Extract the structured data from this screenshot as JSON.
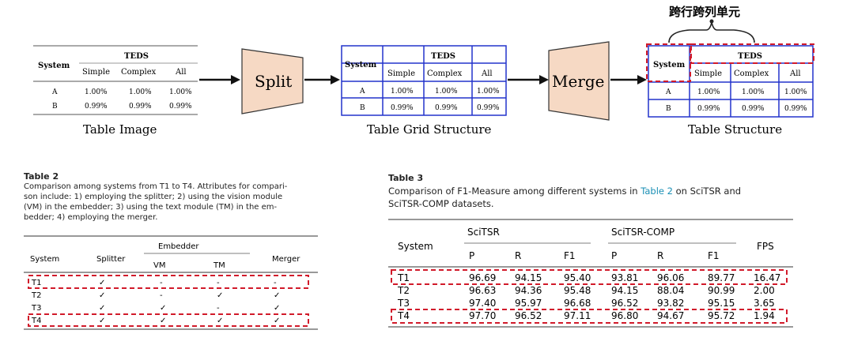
{
  "pipeline": {
    "image_table": {
      "caption": "Table Image",
      "header_system": "System",
      "header_teds": "TEDS",
      "sub_headers": [
        "Simple",
        "Complex",
        "All"
      ],
      "rows": [
        {
          "system": "A",
          "simple": "1.00%",
          "complex": "1.00%",
          "all": "1.00%"
        },
        {
          "system": "B",
          "simple": "0.99%",
          "complex": "0.99%",
          "all": "0.99%"
        }
      ]
    },
    "split_label": "Split",
    "grid_table": {
      "caption": "Table Grid Structure",
      "header_system": "System",
      "header_teds": "TEDS",
      "sub_headers": [
        "Simple",
        "Complex",
        "All"
      ],
      "rows": [
        {
          "system": "A",
          "simple": "1.00%",
          "complex": "1.00%",
          "all": "1.00%"
        },
        {
          "system": "B",
          "simple": "0.99%",
          "complex": "0.99%",
          "all": "0.99%"
        }
      ]
    },
    "merge_label": "Merge",
    "structure_table": {
      "caption": "Table Structure",
      "header_system": "System",
      "header_teds": "TEDS",
      "sub_headers": [
        "Simple",
        "Complex",
        "All"
      ],
      "rows": [
        {
          "system": "A",
          "simple": "1.00%",
          "complex": "1.00%",
          "all": "1.00%"
        },
        {
          "system": "B",
          "simple": "0.99%",
          "complex": "0.99%",
          "all": "0.99%"
        }
      ]
    },
    "span_annotation": "跨行跨列单元",
    "colors": {
      "arrow": "#111111",
      "trapezoid_fill": "#f6d9c4",
      "grid_blue": "#2233cc",
      "dashed_red": "#d11a2a"
    }
  },
  "table2": {
    "title": "Table 2",
    "caption_lines": [
      "Comparison among systems from T1 to T4. Attributes for compari-",
      "son include: 1) employing the splitter; 2) using the vision module",
      "(VM) in the embedder; 3) using the text module (TM) in the em-",
      "bedder; 4) employing the merger."
    ],
    "headers": {
      "system": "System",
      "splitter": "Splitter",
      "embedder": "Embedder",
      "vm": "VM",
      "tm": "TM",
      "merger": "Merger"
    },
    "rows": [
      {
        "system": "T1",
        "splitter": "✓",
        "vm": "-",
        "tm": "-",
        "merger": "-"
      },
      {
        "system": "T2",
        "splitter": "✓",
        "vm": "-",
        "tm": "✓",
        "merger": "✓"
      },
      {
        "system": "T3",
        "splitter": "✓",
        "vm": "✓",
        "tm": "-",
        "merger": "✓"
      },
      {
        "system": "T4",
        "splitter": "✓",
        "vm": "✓",
        "tm": "✓",
        "merger": "✓"
      }
    ]
  },
  "table3": {
    "title": "Table 3",
    "caption_pre": "Comparison of F1-Measure among different systems in ",
    "caption_link": "Table 2",
    "caption_post": " on SciTSR and",
    "caption_line2": "SciTSR-COMP datasets.",
    "headers": {
      "system": "System",
      "scitsr": "SciTSR",
      "scitsr_comp": "SciTSR-COMP",
      "fps": "FPS",
      "p": "P",
      "r": "R",
      "f1": "F1"
    },
    "rows": [
      {
        "system": "T1",
        "p1": "96.69",
        "r1": "94.15",
        "f1a": "95.40",
        "p2": "93.81",
        "r2": "96.06",
        "f2": "89.77",
        "fps": "16.47"
      },
      {
        "system": "T2",
        "p1": "96.63",
        "r1": "94.36",
        "f1a": "95.48",
        "p2": "94.15",
        "r2": "88.04",
        "f2": "90.99",
        "fps": "2.00"
      },
      {
        "system": "T3",
        "p1": "97.40",
        "r1": "95.97",
        "f1a": "96.68",
        "p2": "96.52",
        "r2": "93.82",
        "f2": "95.15",
        "fps": "3.65"
      },
      {
        "system": "T4",
        "p1": "97.70",
        "r1": "96.52",
        "f1a": "97.11",
        "p2": "96.80",
        "r2": "94.67",
        "f2": "95.72",
        "fps": "1.94"
      }
    ]
  }
}
